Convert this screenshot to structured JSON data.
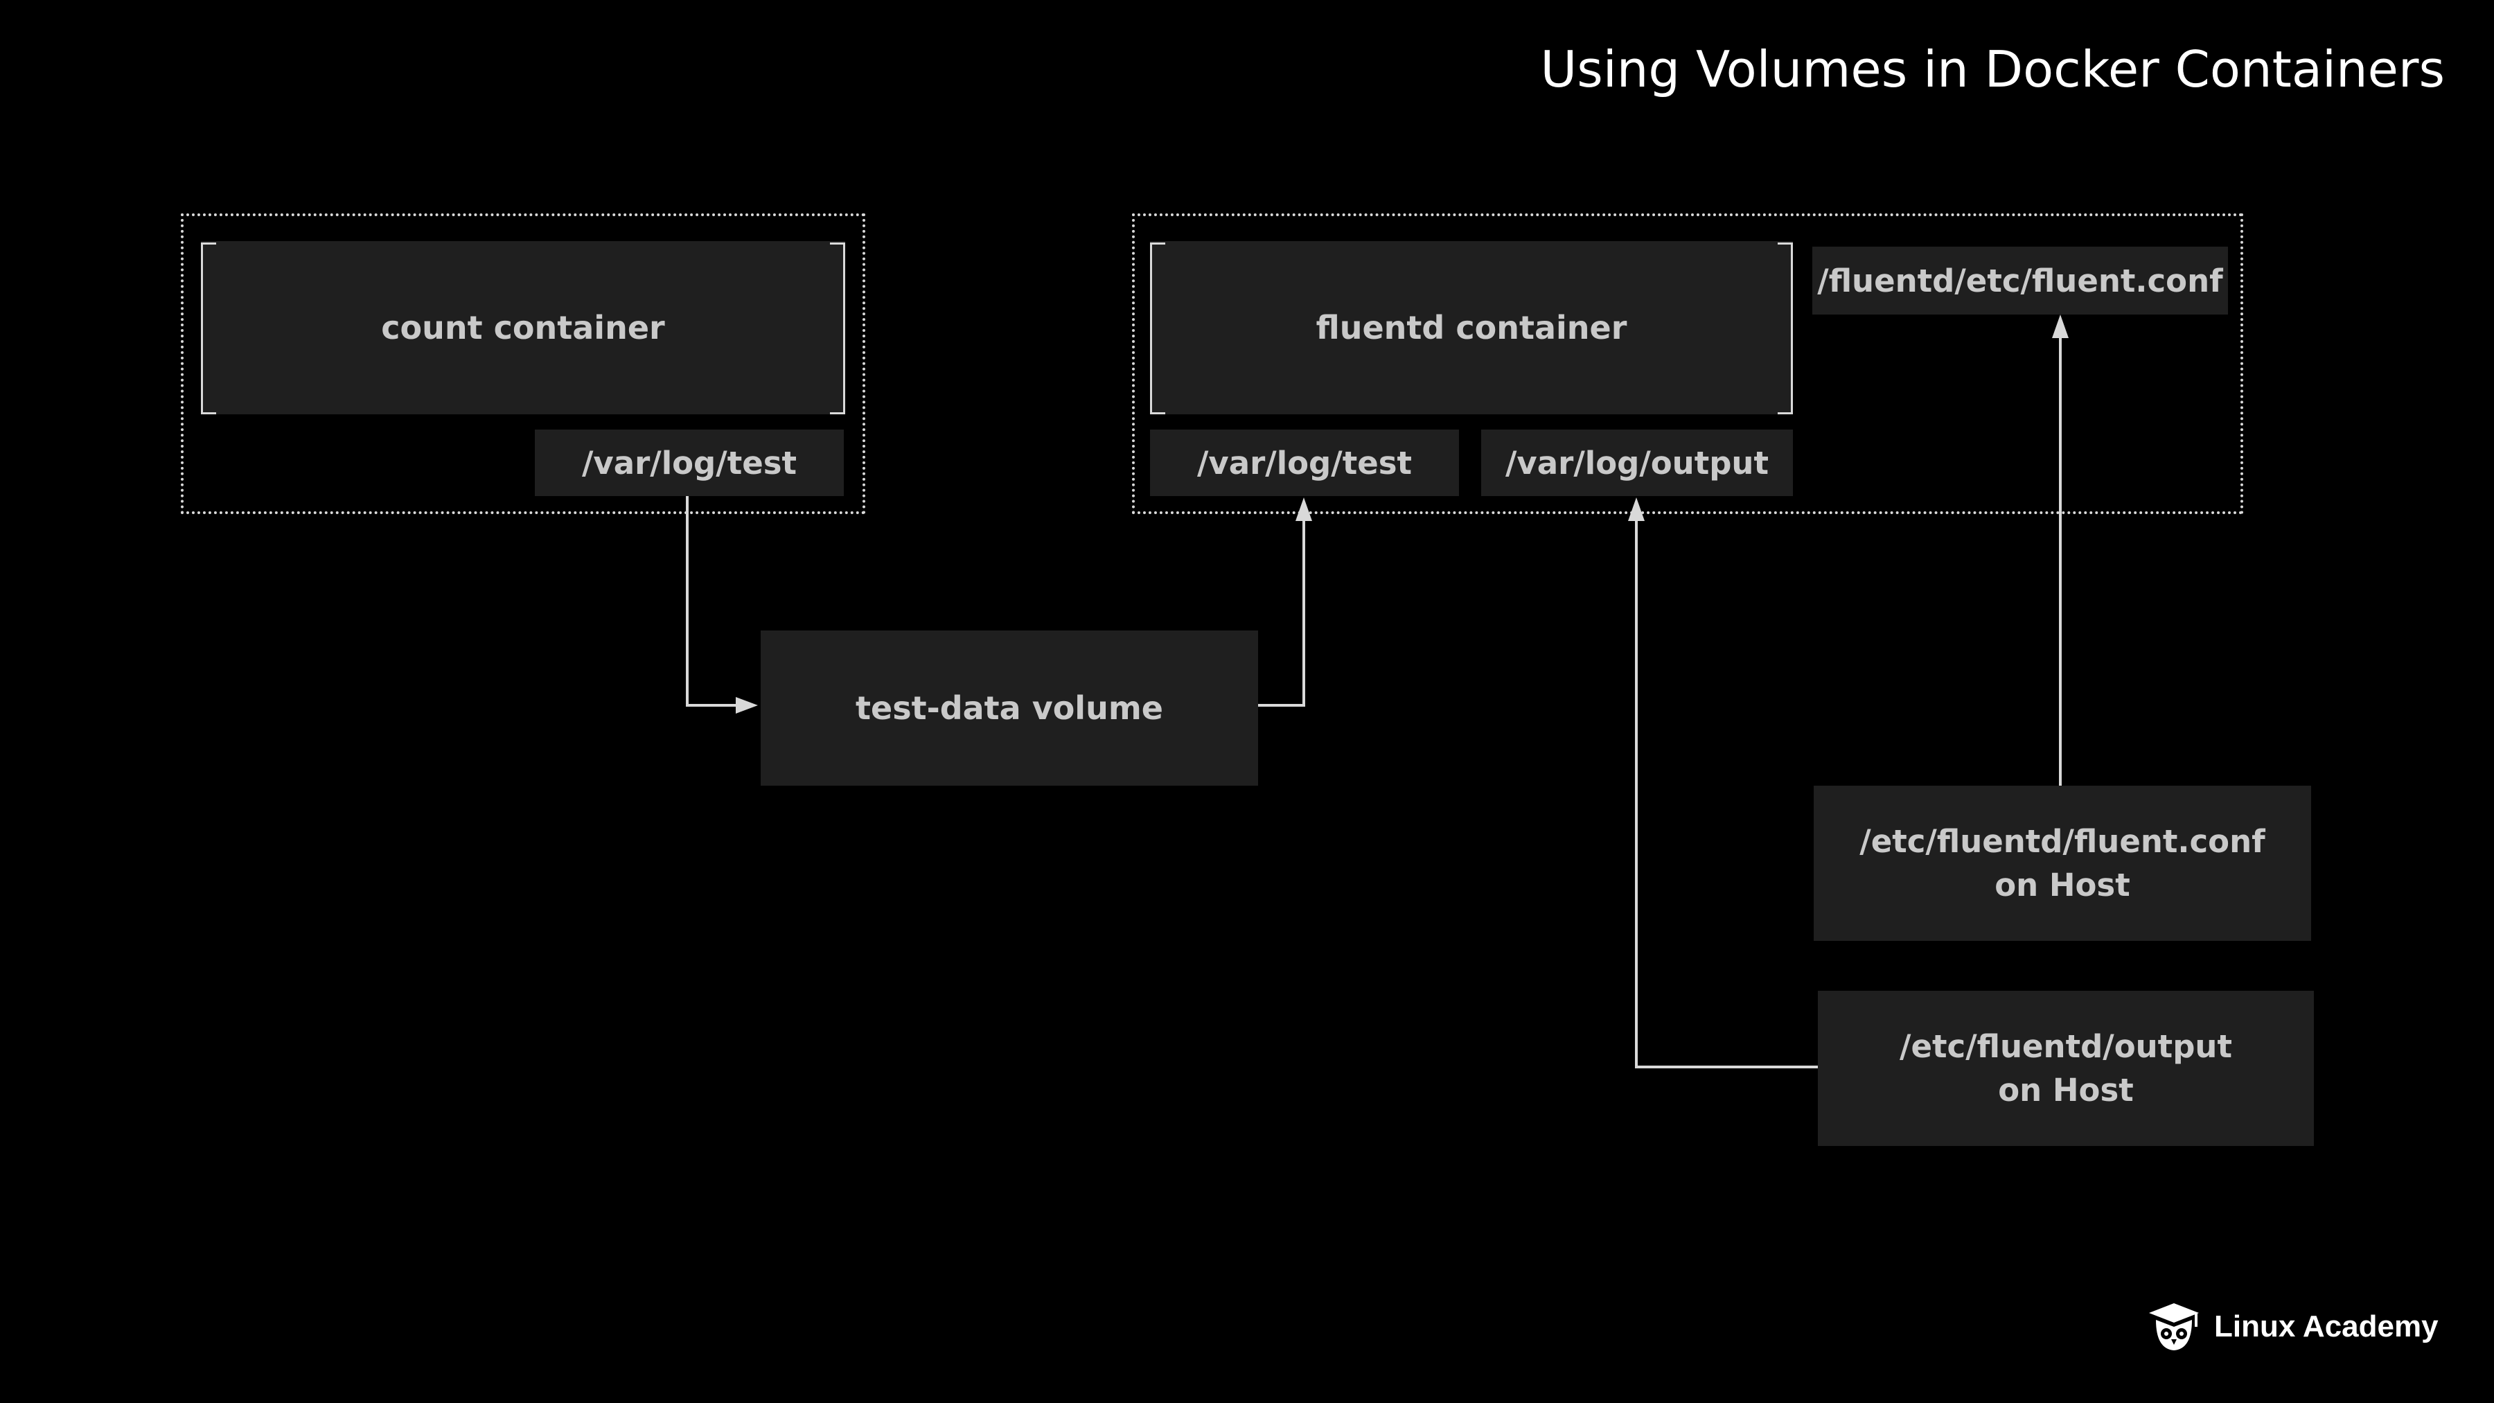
{
  "title": "Using Volumes in Docker Containers",
  "count_group": {
    "container_label": "count container",
    "mount_path": "/var/log/test"
  },
  "fluentd_group": {
    "container_label": "fluentd container",
    "mount_test": "/var/log/test",
    "mount_output": "/var/log/output",
    "config_path": "/fluentd/etc/fluent.conf"
  },
  "volume": {
    "label": "test-data volume"
  },
  "host_conf": {
    "line1": "/etc/fluentd/fluent.conf",
    "line2": "on Host"
  },
  "host_output": {
    "line1": "/etc/fluentd/output",
    "line2": "on Host"
  },
  "logo": {
    "text": "Linux Academy",
    "icon": "owl-graduation-cap-icon"
  },
  "colors": {
    "background": "#000000",
    "box": "#1f1f1f",
    "text": "#c9c9c9",
    "line": "#d9d9d9",
    "title": "#ffffff"
  }
}
